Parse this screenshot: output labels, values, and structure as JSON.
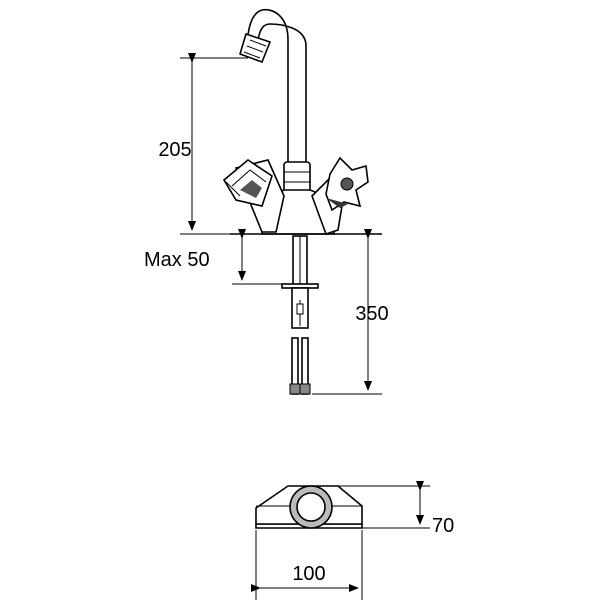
{
  "dimensions": {
    "spout_height": "205",
    "max_thickness": "Max 50",
    "shank_length": "350",
    "base_depth": "70",
    "base_width": "100"
  },
  "colors": {
    "line": "#000000",
    "background": "#ffffff",
    "shade": "#888888"
  }
}
